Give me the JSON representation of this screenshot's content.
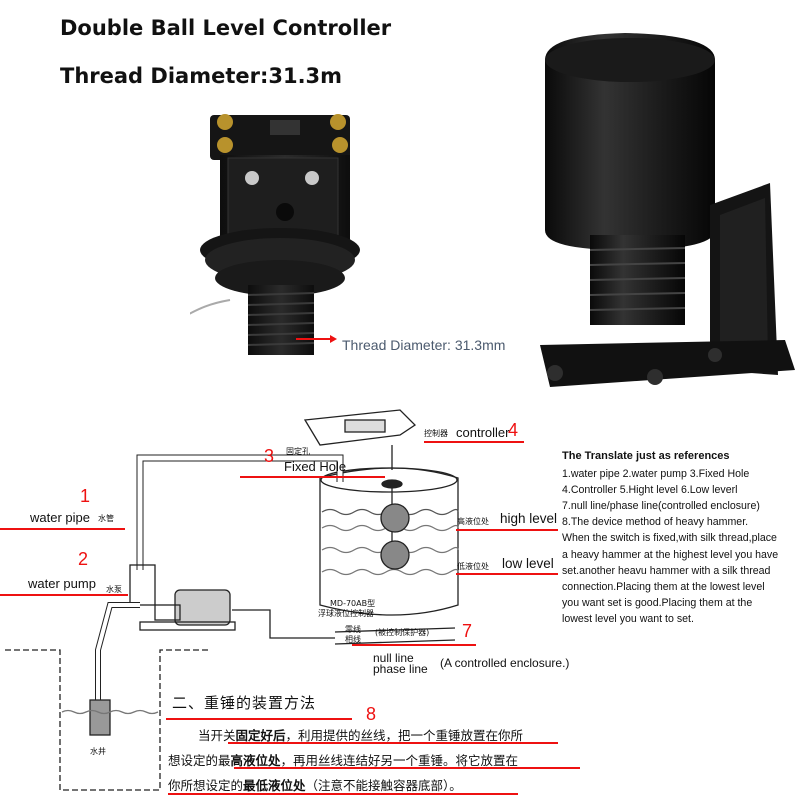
{
  "header": {
    "title": "Double Ball Level Controller",
    "thread": "Thread Diameter:31.3m"
  },
  "photo": {
    "callout": "Thread Diameter: 31.3mm"
  },
  "diagram": {
    "labels": {
      "controller": "controller",
      "fixed_hole": "Fixed Hole",
      "water_pipe": "water pipe",
      "water_pump": "water pump",
      "high_level": "high level",
      "low_level": "low level",
      "null_line": "null line",
      "phase_line": "phase line",
      "enclosure": "(A controlled enclosure.)"
    },
    "numbers": {
      "n1": "1",
      "n2": "2",
      "n3": "3",
      "n4": "4",
      "n7": "7",
      "n8": "8"
    },
    "cn": {
      "controller": "控制器",
      "fixed_hole": "固定孔",
      "water_pipe": "水管",
      "water_pump": "水泵",
      "high_level": "高液位处",
      "low_level": "低液位处",
      "model": "MD-70AB型",
      "model_name": "浮球液位控制器",
      "line1": "零线",
      "line2": "相线",
      "line_note": "(被控制保护器)",
      "well": "水井"
    }
  },
  "reference": {
    "heading": "The Translate just as references",
    "lines": [
      "1.water pipe  2.water pump  3.Fixed Hole",
      "4.Controller  5.Hight level  6.Low leverl",
      "7.null line/phase line(controlled enclosure)",
      "8.The device method of heavy hammer.",
      "When the switch is fixed,with silk thread,place",
      "a heavy hammer at the highest level you have",
      "set.another heavu hammer with a silk thread",
      "connection.Placing them at the lowest level",
      "you want set is good.Placing them at the",
      "lowest level you want to set."
    ]
  },
  "instructions": {
    "heading": "二、重锤的装置方法",
    "line1_a": "当开关",
    "line1_b": "固定好后",
    "line1_c": "，利用提供的丝线，把一个重锤放置在你所",
    "line2_a": "想设定的最",
    "line2_b": "高液位处",
    "line2_c": "，再用丝线连结好另一个重锤。将它放置在",
    "line3_a": "你所想设定的",
    "line3_b": "最低液位处",
    "line3_c": "（注意不能接触容器底部）。"
  },
  "colors": {
    "accent": "#e11111",
    "device": "#1c1c1c",
    "line": "#222222"
  }
}
